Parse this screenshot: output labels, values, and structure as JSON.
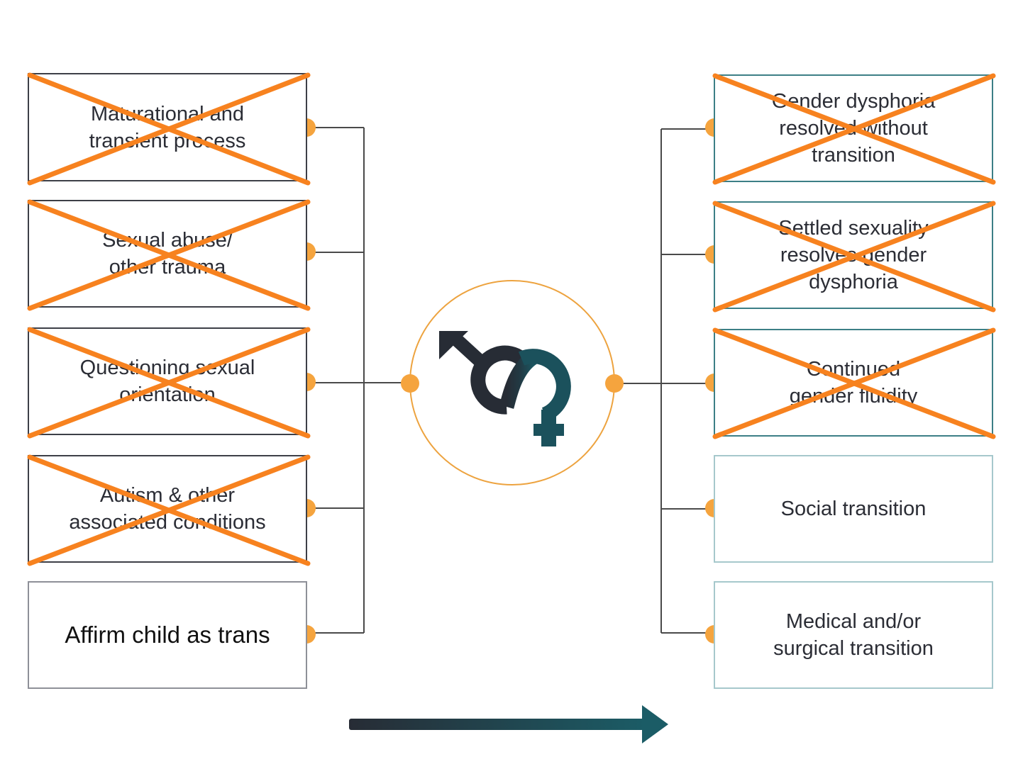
{
  "left_boxes": [
    {
      "label": "Maturational and\ntransient process",
      "crossed": true
    },
    {
      "label": "Sexual abuse/\nother trauma",
      "crossed": true
    },
    {
      "label": "Questioning sexual\norientation",
      "crossed": true
    },
    {
      "label": "Autism & other\nassociated conditions",
      "crossed": true
    },
    {
      "label": "Affirm child as trans",
      "crossed": false
    }
  ],
  "right_boxes": [
    {
      "label": "Gender dysphoria\nresolved without\ntransition",
      "crossed": true
    },
    {
      "label": "Settled sexuality\nresolves gender\ndysphoria",
      "crossed": true
    },
    {
      "label": "Continued\ngender fluidity",
      "crossed": true
    },
    {
      "label": "Social transition",
      "crossed": false
    },
    {
      "label": "Medical and/or\nsurgical transition",
      "crossed": false
    }
  ],
  "center_icon": "gender-symbol-icon",
  "bottom_arrow_icon": "arrow-right-icon",
  "colors": {
    "cross": "#f7821f",
    "connector_dot": "#f5a43e",
    "circle": "#eda33f",
    "line": "#4a4a4a",
    "icon_dark": "#272c35",
    "icon_teal": "#1b515c"
  }
}
